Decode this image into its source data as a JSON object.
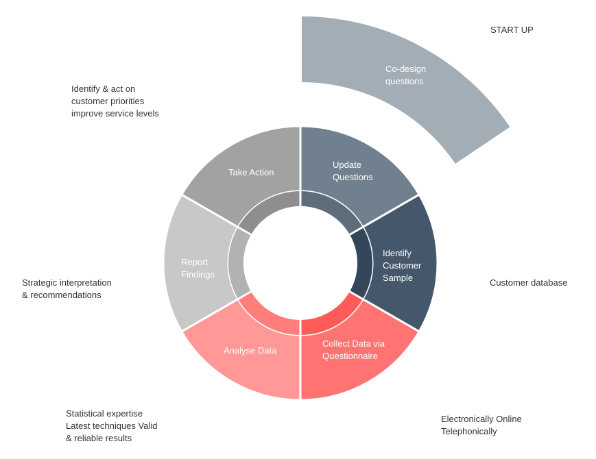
{
  "stages": [
    {
      "id": "update-questions",
      "label": [
        "Update",
        "Questions"
      ],
      "color": "#71808f",
      "inner": "#5f6d7a"
    },
    {
      "id": "identify-customer-sample",
      "label": [
        "Identify",
        "Customer",
        "Sample"
      ],
      "color": "#45576b",
      "inner": "#35455a"
    },
    {
      "id": "collect-data",
      "label": [
        "Collect Data via",
        "Questionnaire"
      ],
      "color": "#ff7472",
      "inner": "#ff5c59"
    },
    {
      "id": "analyse-data",
      "label": [
        "Analyse Data"
      ],
      "color": "#ff9896",
      "inner": "#ff7e7b"
    },
    {
      "id": "report-findings",
      "label": [
        "Report",
        "Findings"
      ],
      "color": "#c8c8c8",
      "inner": "#b2b2b2"
    },
    {
      "id": "take-action",
      "label": [
        "Take Action"
      ],
      "color": "#a2a2a2",
      "inner": "#8e8e8e"
    }
  ],
  "startup": {
    "label": [
      "Co-design",
      "questions"
    ],
    "color": "#a2adb6"
  },
  "notes": {
    "start_up": "START UP",
    "identify_act": "Identify & act on\ncustomer priorities\nimprove service levels",
    "customer_database": "Customer database",
    "strategic": "Strategic interpretation\n& recommendations",
    "statistical": "Statistical expertise\nLatest techniques Valid\n& reliable results",
    "electronically": "Electronically Online\nTelephonically"
  }
}
